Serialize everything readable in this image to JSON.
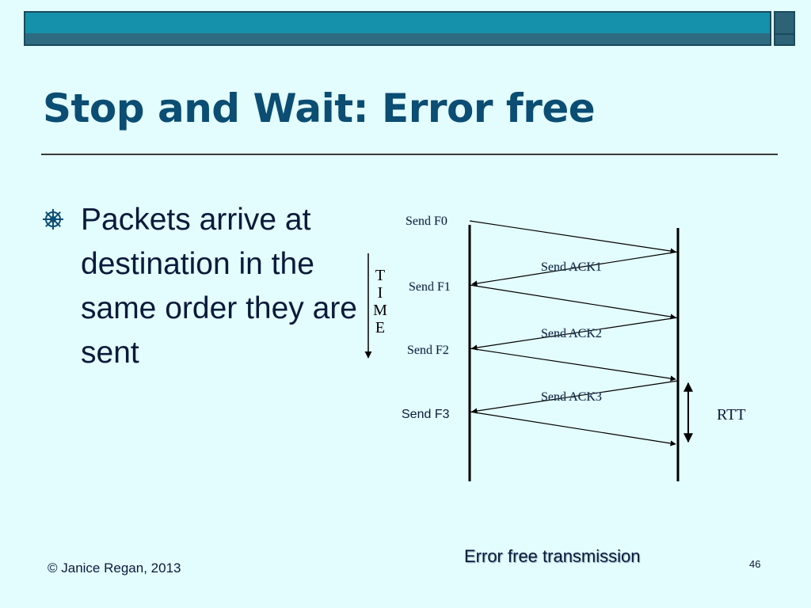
{
  "slide": {
    "title": "Stop and Wait: Error free",
    "bullet": "Packets arrive at destination in the same order they are sent",
    "caption": "Error free transmission",
    "copyright": "© Janice Regan, 2013",
    "page_number": "46"
  },
  "diagram": {
    "time_label": [
      "T",
      "I",
      "M",
      "E"
    ],
    "sender_labels": [
      "Send F0",
      "Send F1",
      "Send F2",
      "Send F3"
    ],
    "ack_labels": [
      "Send ACK1",
      "Send ACK2",
      "Send ACK3"
    ],
    "rtt_label": "RTT"
  },
  "colors": {
    "background": "#e3fcfd",
    "title": "#0b4d73",
    "header_bar": "#1591ab",
    "text": "#0a1a3a"
  }
}
